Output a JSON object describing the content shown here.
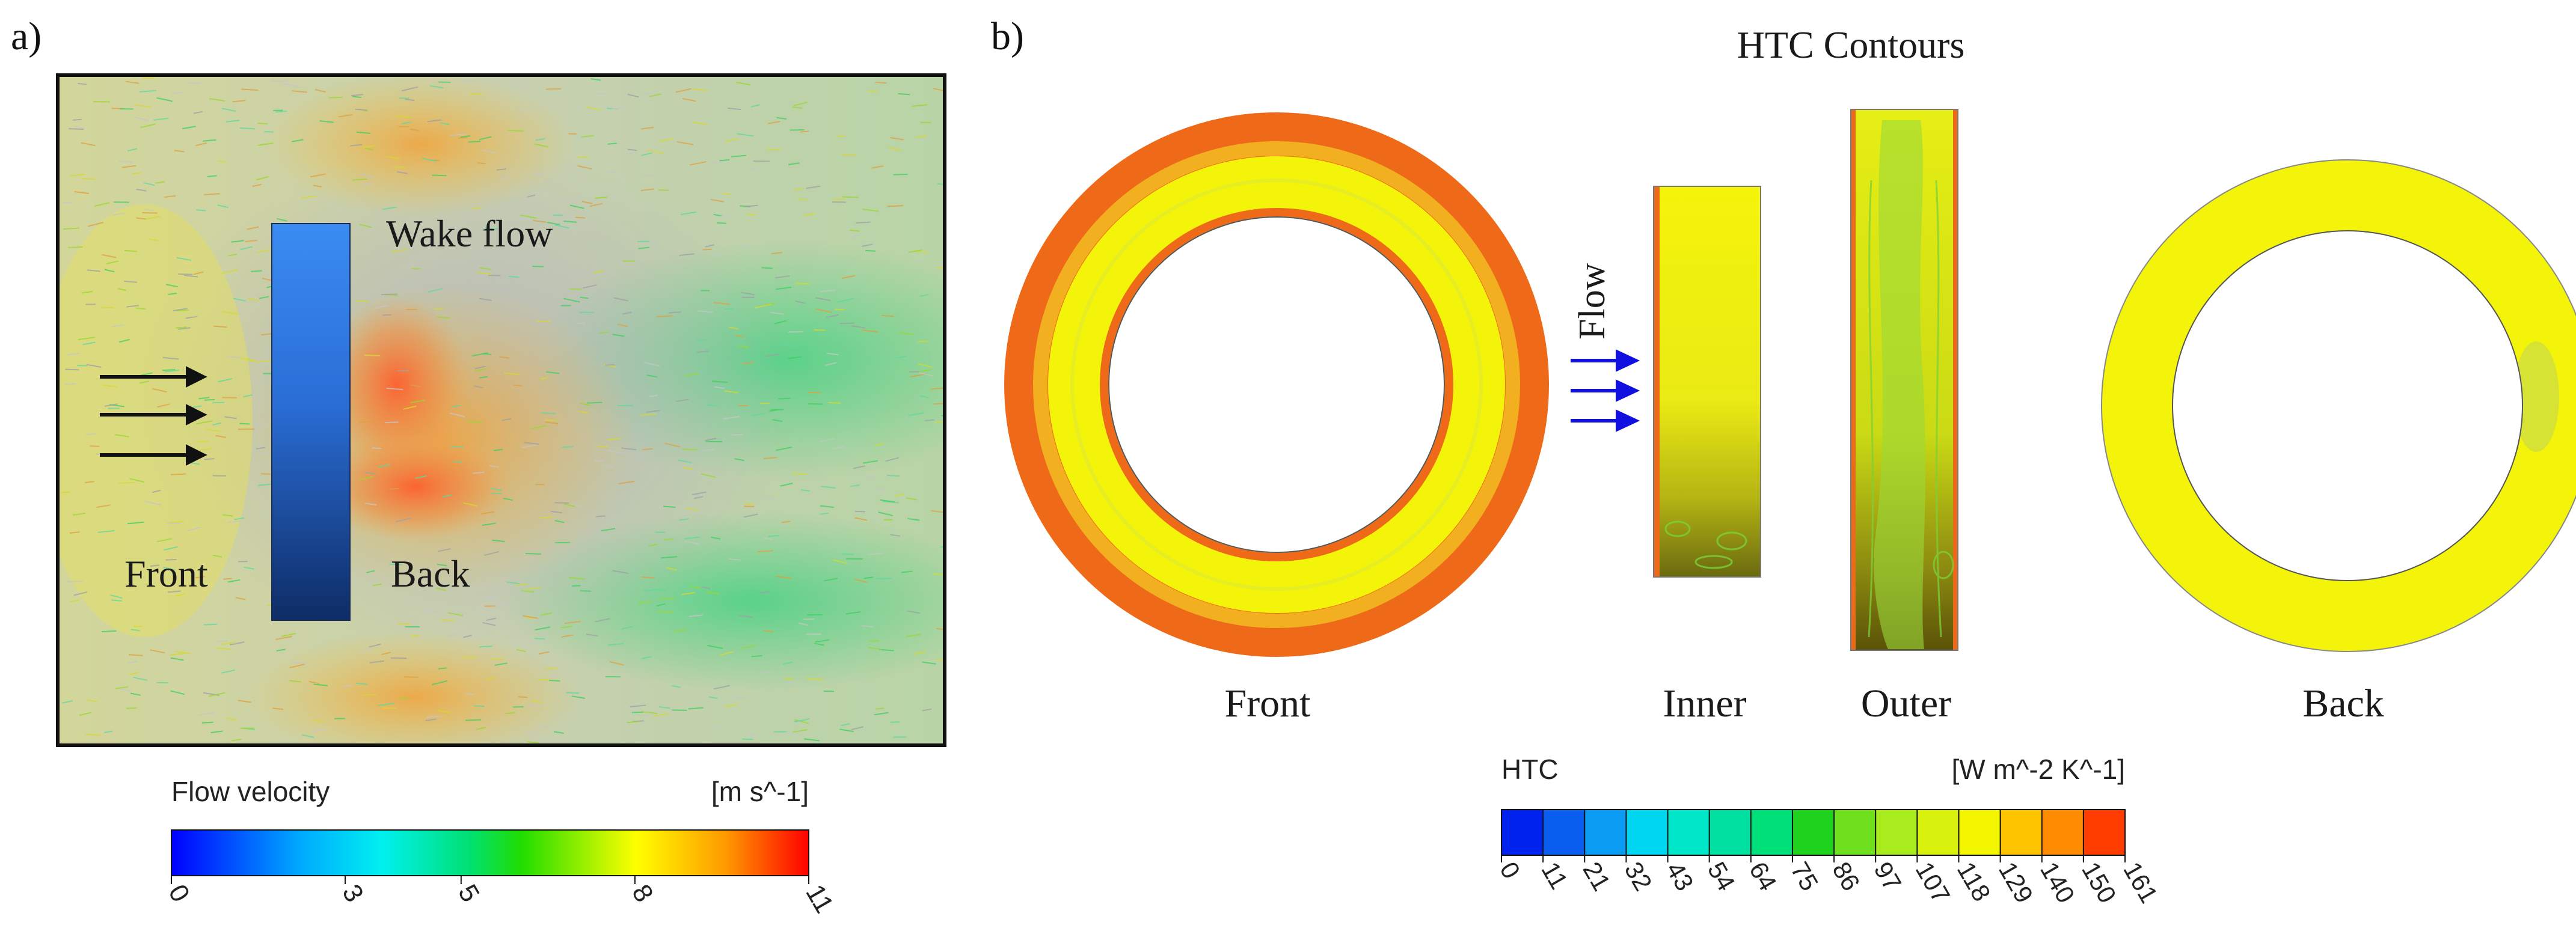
{
  "panel_a": {
    "label": "a)",
    "labels": {
      "wake": "Wake flow",
      "front": "Front",
      "back": "Back"
    },
    "colorbar": {
      "title": "Flow velocity",
      "unit": "[m s^-1]",
      "ticks": [
        "0",
        "3",
        "5",
        "8",
        "11"
      ],
      "tick_values": [
        0,
        3,
        5,
        8,
        11
      ],
      "range": [
        0,
        11
      ]
    }
  },
  "panel_b": {
    "label": "b)",
    "title": "HTC Contours",
    "flow_label": "Flow",
    "view_labels": {
      "front": "Front",
      "inner": "Inner",
      "outer": "Outer",
      "back": "Back"
    },
    "colorbar": {
      "title": "HTC",
      "unit": "[W m^-2 K^-1]",
      "ticks": [
        "0",
        "11",
        "21",
        "32",
        "43",
        "54",
        "64",
        "75",
        "86",
        "97",
        "107",
        "118",
        "129",
        "140",
        "150",
        "161"
      ],
      "colors": [
        "#0022ee",
        "#0a5ef0",
        "#0a9cf2",
        "#00d6f0",
        "#00e6c8",
        "#00e0a0",
        "#00e07a",
        "#1ed21e",
        "#6ee01e",
        "#a8ec1e",
        "#d8f20e",
        "#f4f600",
        "#ffc400",
        "#ff8c00",
        "#ff3c00"
      ]
    }
  },
  "colors": {
    "arrow_black": "#111111",
    "arrow_blue": "#1010e0",
    "cylinder_top": "#3a8cf2",
    "cylinder_bottom": "#0e2c66",
    "htc_yellow": "#f4f40a",
    "htc_orange": "#ee6a18"
  }
}
